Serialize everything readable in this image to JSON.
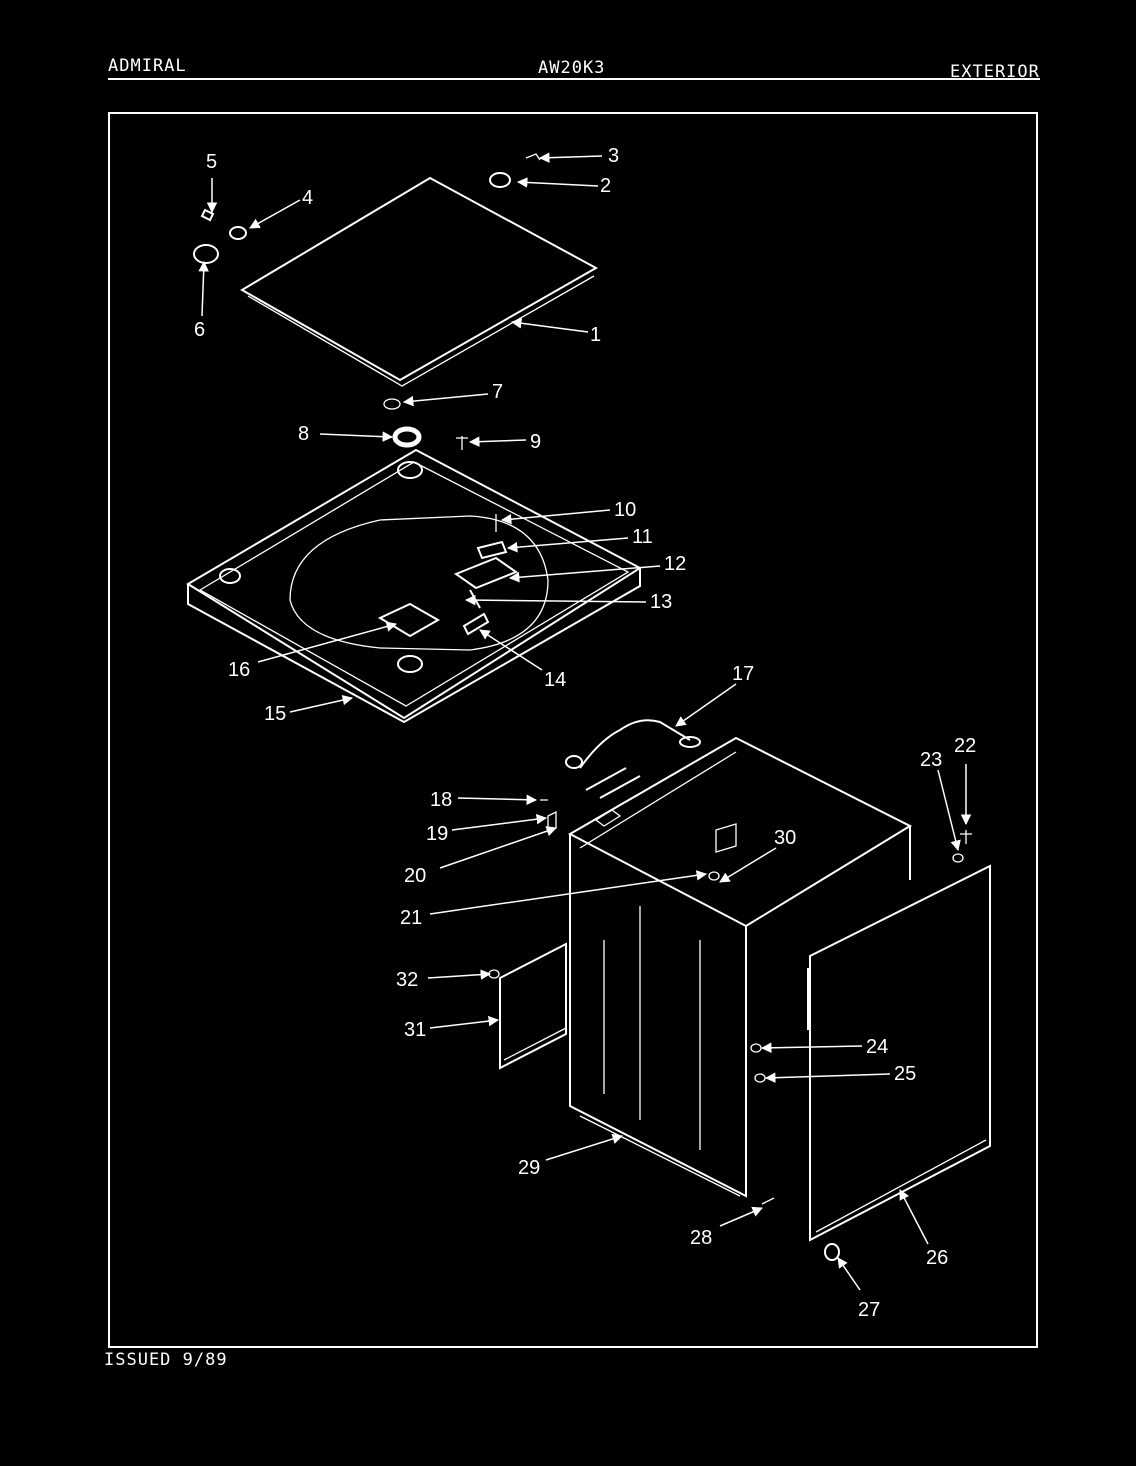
{
  "header": {
    "brand": "ADMIRAL",
    "model": "AW20K3",
    "section": "EXTERIOR"
  },
  "footer": {
    "issued": "ISSUED 9/89"
  },
  "callouts": [
    "1",
    "2",
    "3",
    "4",
    "5",
    "6",
    "7",
    "8",
    "9",
    "10",
    "11",
    "12",
    "13",
    "14",
    "15",
    "16",
    "17",
    "18",
    "19",
    "20",
    "21",
    "22",
    "23",
    "24",
    "25",
    "26",
    "27",
    "28",
    "29",
    "30",
    "31",
    "32"
  ]
}
